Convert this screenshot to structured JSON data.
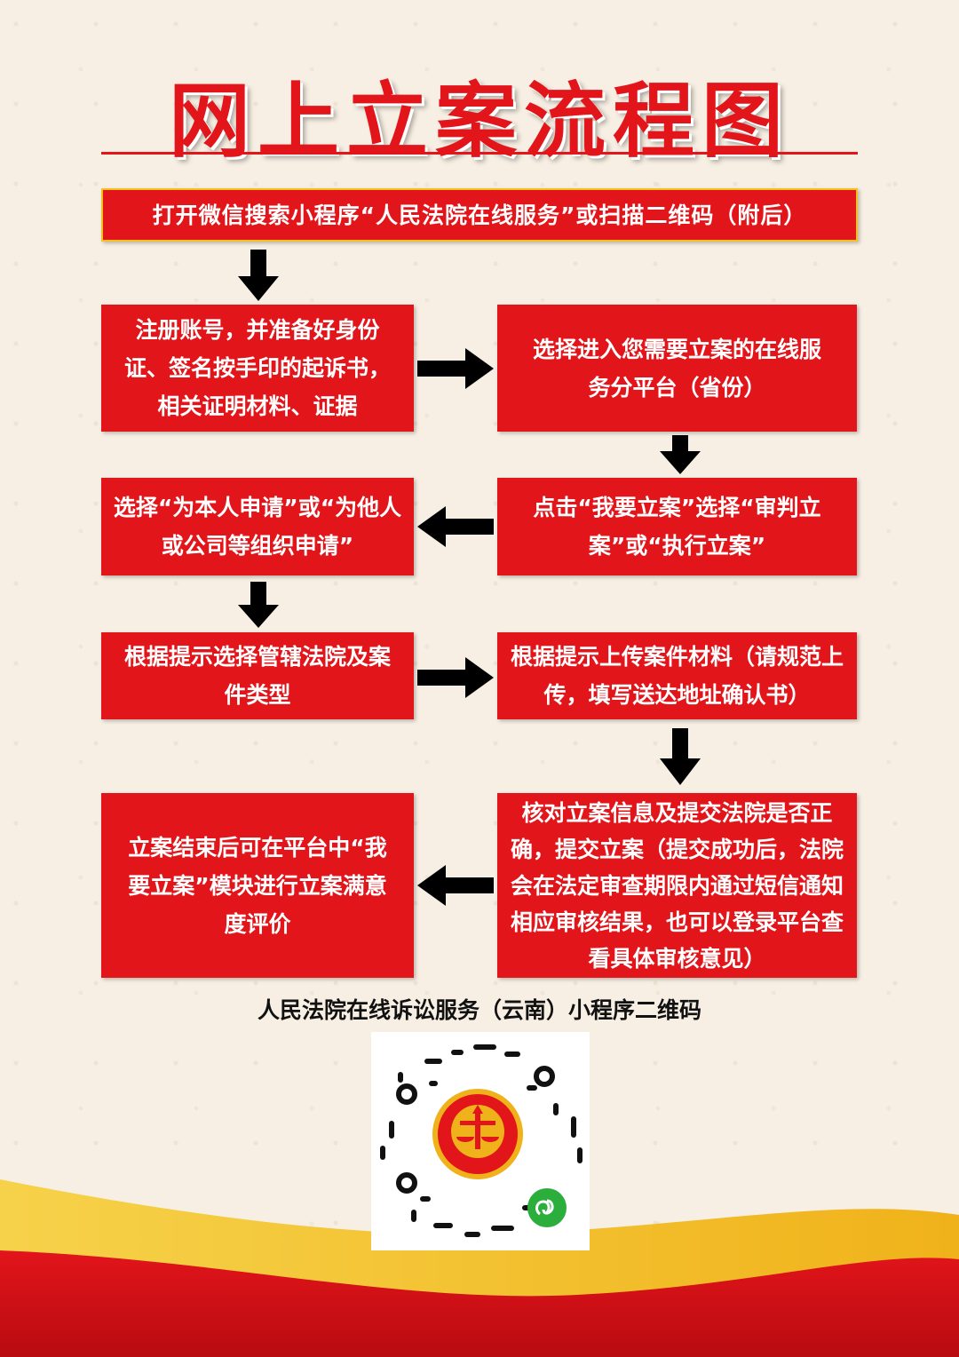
{
  "title": "网上立案流程图",
  "steps": {
    "s0": "打开微信搜索小程序“人民法院在线服务”或扫描二维码（附后）",
    "s1": "注册账号，并准备好身份证、签名按手印的起诉书，相关证明材料、证据",
    "s2": "选择进入您需要立案的在线服务分平台（省份）",
    "s3": "点击“我要立案”选择“审判立案”或“执行立案”",
    "s4": "选择“为本人申请”或“为他人或公司等组织申请”",
    "s5": "根据提示选择管辖法院及案件类型",
    "s6": "根据提示上传案件材料（请规范上传，填写送达地址确认书）",
    "s7": "核对立案信息及提交法院是否正确，提交立案（提交成功后，法院会在法定审查期限内通过短信通知相应审核结果，也可以登录平台查看具体审核意见）",
    "s8": "立案结束后可在平台中“我要立案”模块进行立案满意度评价"
  },
  "qr_caption": "人民法院在线诉讼服务（云南）小程序二维码",
  "colors": {
    "accent": "#e2151b",
    "border": "#f4c21e",
    "background": "#f7efe3"
  },
  "icons": {
    "arrow": "arrow-icon",
    "emblem": "court-emblem-icon",
    "miniprogram": "miniprogram-icon"
  }
}
